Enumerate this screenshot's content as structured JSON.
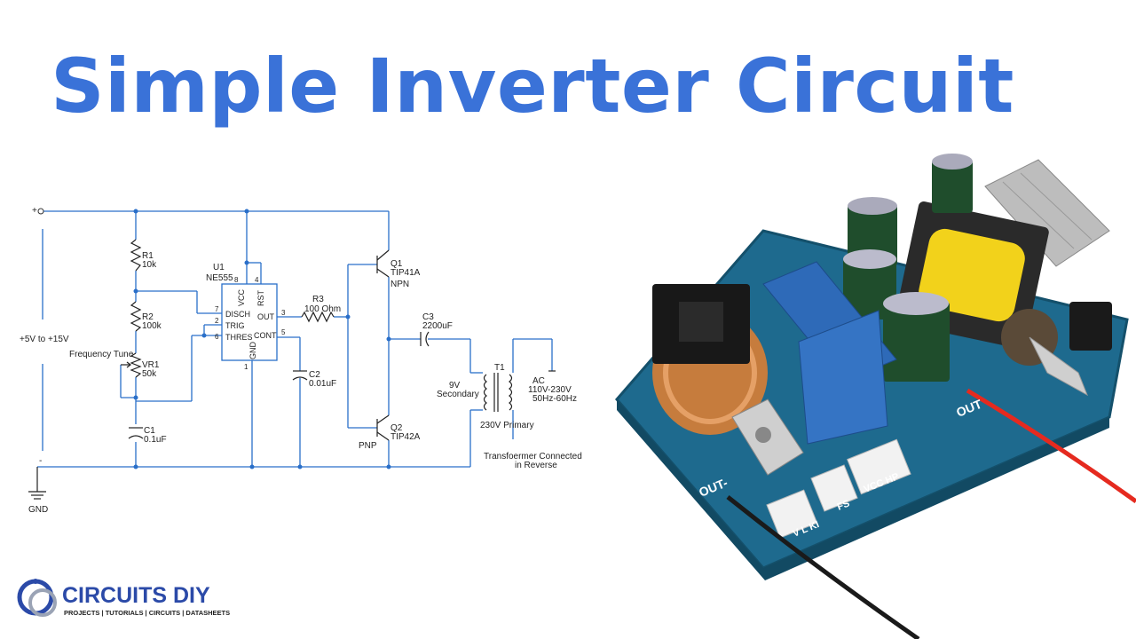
{
  "title": "Simple Inverter Circuit",
  "schematic": {
    "plus": "+",
    "minus": "-",
    "supply": "+5V to +15V",
    "gnd": "GND",
    "r1": {
      "name": "R1",
      "value": "10k"
    },
    "r2": {
      "name": "R2",
      "value": "100k"
    },
    "vr1": {
      "name": "VR1",
      "value": "50k"
    },
    "freq_tune": "Frequency Tune",
    "c1": {
      "name": "C1",
      "value": "0.1uF"
    },
    "u1": {
      "name": "U1",
      "value": "NE555"
    },
    "pins": {
      "vcc": "VCC",
      "rst": "RST",
      "disch": "DISCH",
      "trig": "TRIG",
      "thres": "THRES",
      "out": "OUT",
      "cont": "CONT",
      "gnd": "GND",
      "n8": "8",
      "n4": "4",
      "n7": "7",
      "n2": "2",
      "n6": "6",
      "n3": "3",
      "n5": "5",
      "n1": "1"
    },
    "r3": {
      "name": "R3",
      "value": "100 Ohm"
    },
    "c2": {
      "name": "C2",
      "value": "0.01uF"
    },
    "q1": {
      "name": "Q1",
      "part": "TIP41A",
      "type": "NPN"
    },
    "q2": {
      "name": "Q2",
      "part": "TIP42A",
      "type": "PNP"
    },
    "c3": {
      "name": "C3",
      "value": "2200uF"
    },
    "t1": "T1",
    "secondary": [
      "9V",
      "Secondary"
    ],
    "primary": "230V Primary",
    "ac": [
      "AC",
      "110V-230V",
      "50Hz-60Hz"
    ],
    "transformer_note": [
      "Transfoermer Connected",
      "in Reverse"
    ]
  },
  "photo_labels": {
    "out_left": "OUT-",
    "out_right": "OUT",
    "fs": "FS",
    "vcc_hp": "VCC  HP",
    "vlki": "V L KI"
  },
  "logo": {
    "brand": "CIRCUITS DIY",
    "tagline": "PROJECTS | TUTORIALS | CIRCUITS | DATASHEETS"
  },
  "colors": {
    "title": "#3a72d8",
    "wire_blue": "#2a6fc9",
    "board": "#1e6a8e",
    "logo_blue": "#2b4aa8"
  }
}
